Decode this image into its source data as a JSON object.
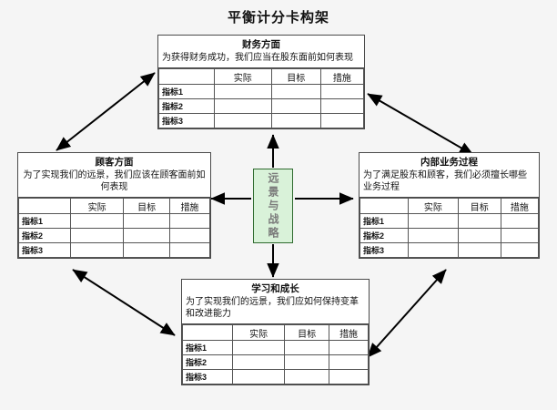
{
  "title": "平衡计分卡构架",
  "center": {
    "label": "远景与战略",
    "fill_color": "#d9f2d9",
    "border_color": "#2f6b2f",
    "text_color": "#7a7a7a"
  },
  "table_headers": [
    "",
    "实际",
    "目标",
    "措施"
  ],
  "row_labels": [
    "指标1",
    "指标2",
    "指标3"
  ],
  "perspectives": {
    "financial": {
      "title": "财务方面",
      "desc": "为获得财务成功，我们应当在股东面前如何表现",
      "align": "left"
    },
    "customer": {
      "title": "顾客方面",
      "desc": "为了实现我们的远景，我们应该在顾客面前如何表现",
      "align": "center"
    },
    "internal": {
      "title": "内部业务过程",
      "desc": "为了满足股东和顾客，我们必须擅长哪些业务过程",
      "align": "left"
    },
    "learning": {
      "title": "学习和成长",
      "desc": "为了实现我们的远景，我们应如何保持变革和改进能力",
      "align": "left"
    }
  },
  "background_color": "#f5f5f5",
  "arrow_color": "#000000"
}
